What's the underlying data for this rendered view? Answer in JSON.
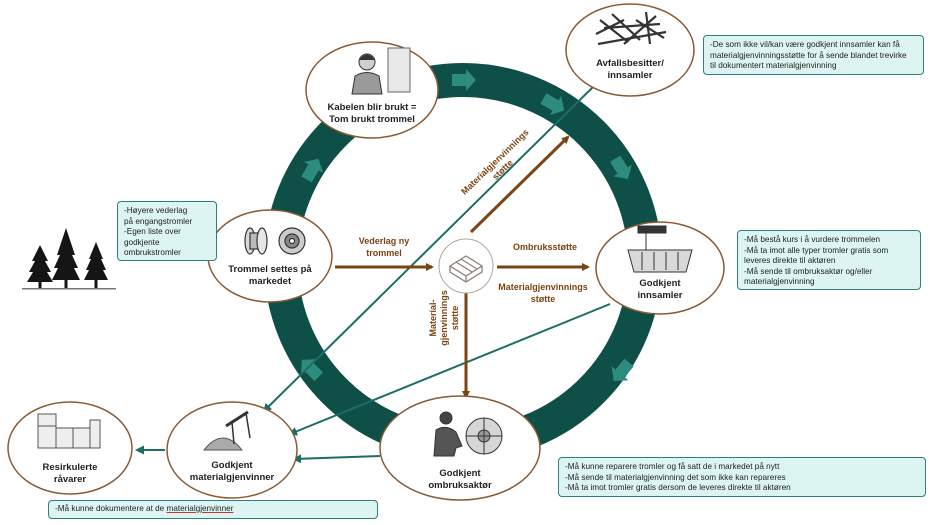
{
  "colors": {
    "ring": "#0e4f48",
    "ring_arrow": "#2e8c7e",
    "brown_arrow": "#7a4413",
    "teal_line": "#1c6d66",
    "note_fill": "#dcf5f2",
    "node_border": "#8a5a34"
  },
  "nodes": {
    "avfall": {
      "line1": "Avfallsbesitter/",
      "line2": "innsamler"
    },
    "kabel": {
      "line1": "Kabelen blir brukt =",
      "line2": "Tom brukt trommel"
    },
    "trommel": {
      "line1": "Trommel settes på",
      "line2": "markedet"
    },
    "innsamler": {
      "line1": "Godkjent",
      "line2": "innsamler"
    },
    "ombruk": {
      "line1": "Godkjent",
      "line2": "ombruksaktør"
    },
    "materialgjenvinner": {
      "line1": "Godkjent",
      "line2": "materialgjenvinner"
    },
    "resirk": {
      "line1": "Resirkulerte",
      "line2": "råvarer"
    }
  },
  "edge_labels": {
    "vederlag": {
      "line1": "Vederlag ny",
      "line2": "trommel"
    },
    "ombruksstotte": "Ombruksstøtte",
    "matgjen_right": {
      "line1": "Materialgjenvinnings",
      "line2": "støtte"
    },
    "matgjen_diag": {
      "line1": "Materialgjenvinnings",
      "line2": "støtte"
    },
    "matgjen_down": {
      "line1": "Material-",
      "line2": "gjenvinnings",
      "line3": "støtte"
    }
  },
  "notes": {
    "top_right": [
      "-De som ikke vil/kan være godkjent innsamler kan få",
      "materialgjenvinningsstøtte for å sende blandet trevirke",
      "til dokumentert materialgjenvinning"
    ],
    "left": [
      "-Høyere vederlag",
      "på engangstromler",
      "-Egen liste over",
      "godkjente",
      "ombrukstromler"
    ],
    "right": [
      "-Må bestå kurs i å vurdere trommelen",
      "-Må ta imot alle typer tromler gratis som",
      "leveres direkte til aktøren",
      "-Må sende til ombruksaktør og/eller",
      "materialgjenvinning"
    ],
    "bottom_right": [
      "-Må kunne reparere tromler og få satt de i markedet på nytt",
      "-Må sende til materialgjenvinning det som ikke kan repareres",
      "-Må ta imot tromler gratis dersom de leveres direkte til aktøren"
    ],
    "bottom": {
      "prefix": "-Må kunne dokumentere at de ",
      "underlined": "materialgjenvinner"
    }
  }
}
